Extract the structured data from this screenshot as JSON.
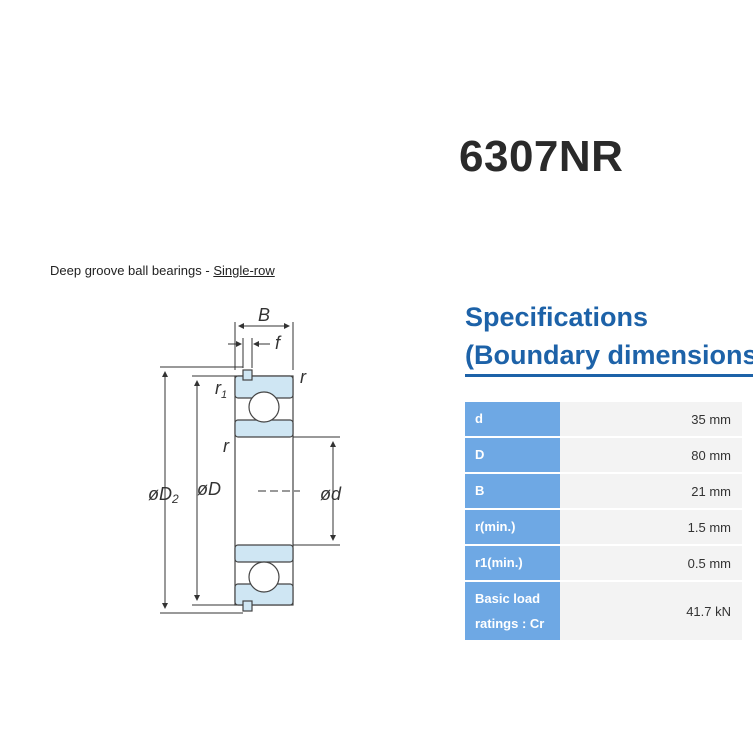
{
  "product": {
    "title": "6307NR"
  },
  "breadcrumb": {
    "prefix": "Deep groove ball bearings - ",
    "link": "Single-row"
  },
  "diagram": {
    "labels": {
      "B": "B",
      "f": "f",
      "r1": "r1",
      "r1_sub": "1",
      "r_top": "r",
      "r_mid": "r",
      "D2": "øD2",
      "D2_sub": "2",
      "D": "øD",
      "d": "ød"
    }
  },
  "specs": {
    "heading_line1": "Specifications",
    "heading_line2": "(Boundary dimensions)",
    "rows": [
      {
        "key": "d",
        "value": "35 mm"
      },
      {
        "key": "D",
        "value": "80 mm"
      },
      {
        "key": "B",
        "value": "21 mm"
      },
      {
        "key": "r(min.)",
        "value": "1.5 mm"
      },
      {
        "key": "r1(min.)",
        "value": "0.5 mm"
      },
      {
        "key_line1": "Basic load",
        "key_line2": "ratings : Cr",
        "value": "41.7 kN"
      }
    ]
  },
  "colors": {
    "accent": "#1d62a8",
    "key_cell": "#6ea8e4",
    "value_cell": "#f3f3f3",
    "ring": "#cfe6f3"
  }
}
